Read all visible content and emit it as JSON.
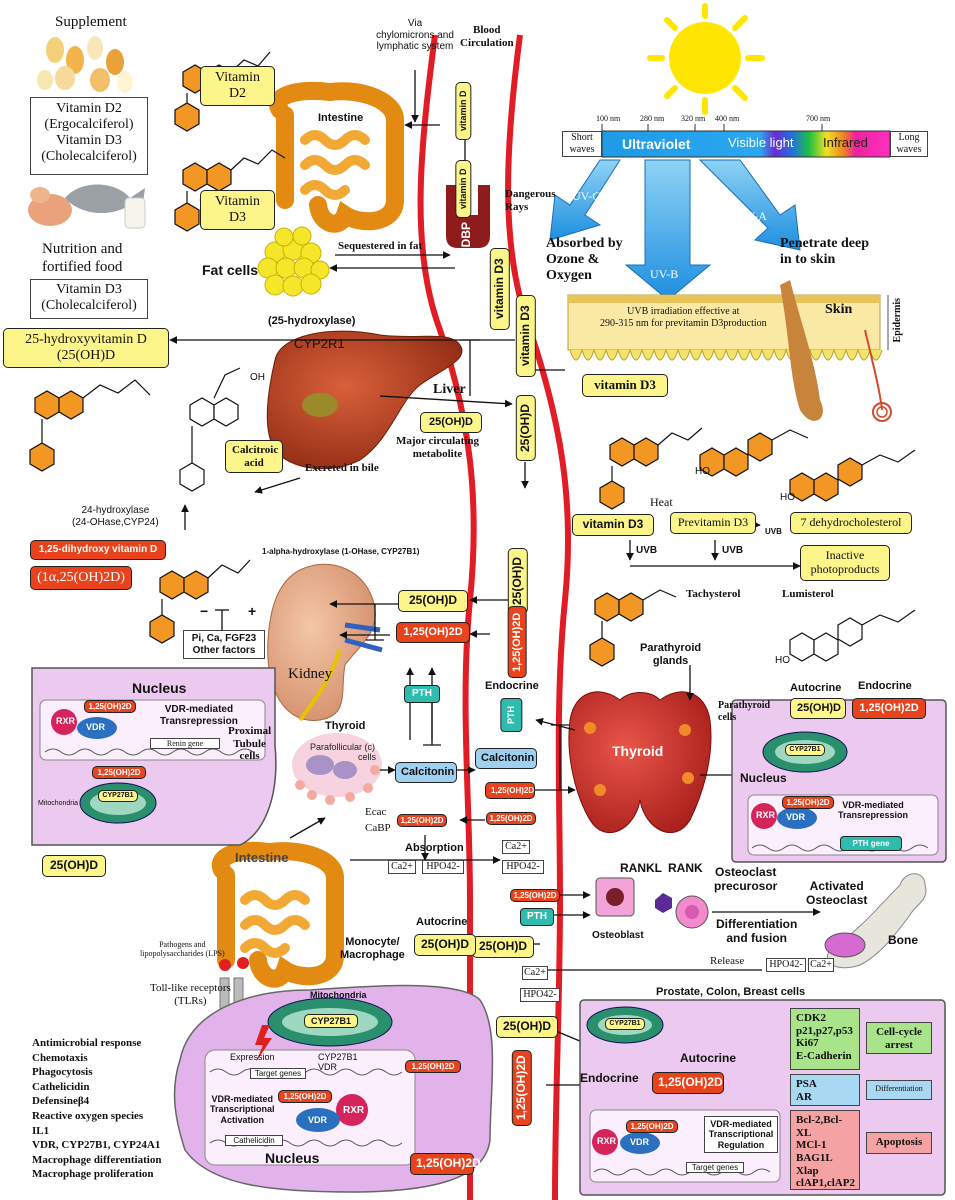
{
  "left_top": {
    "supplement": "Supplement",
    "vit_d2_name": "Vitamin D2",
    "vit_d2_sub": "(Ergocalciferol)",
    "vit_d3_name": "Vitamin D3",
    "vit_d3_sub": "(Cholecalciferol)",
    "nutrition_1": "Nutrition and",
    "nutrition_2": "fortified food",
    "nutrition_box_1": "Vitamin D3",
    "nutrition_box_2": "(Cholecalciferol)",
    "vitamin_d2_label": "Vitamin D2",
    "vitamin_d3_label": "Vitamin D3",
    "fat_cells": "Fat cells",
    "sequestered": "Sequestered in fat",
    "via_1": "Via",
    "via_2": "chylomicrons and",
    "via_3": "lymphatic system",
    "intestine_top": "Intestine",
    "blood_1": "Blood",
    "blood_2": "Circulation",
    "vitamin_d_box1": "vitamin D",
    "vitamin_d_box2": "vitamin D",
    "dbp": "DBP",
    "vitamin_d3_vert1": "vitamin D3",
    "vitamin_d3_vert2": "vitamin D3"
  },
  "liver": {
    "hydroxylase": "(25-hydroxylase)",
    "cyp2r1": "CYP2R1",
    "box_line1": "25-hydroxyvitamin D",
    "box_line2": "(25(OH)D",
    "liver_label": "Liver",
    "ohd": "25(OH)D",
    "major_1": "Major circulating",
    "major_2": "metabolite",
    "excreted": "Excreted in bile",
    "calcitroic_1": "Calcitroic",
    "calcitroic_2": "acid",
    "oh_mark": "OH",
    "ohd_vert": "25(OH)D"
  },
  "uv": {
    "nm_100": "100 nm",
    "nm_280": "280 nm",
    "nm_320": "320 nm",
    "nm_400": "400 nm",
    "nm_700": "700 nm",
    "short_1": "Short",
    "short_2": "waves",
    "ultraviolet": "Ultraviolet",
    "visible": "Visible light",
    "infrared": "Infrared",
    "long_1": "Long",
    "long_2": "waves",
    "uvc": "UV-C",
    "uvb": "UV-B",
    "uva": "UV-A",
    "dangerous_1": "Dangerous",
    "dangerous_2": "Rays",
    "absorbed_1": "Absorbed by",
    "absorbed_2": "Ozone &",
    "absorbed_3": "Oxygen",
    "penetrate_1": "Penetrate deep",
    "penetrate_2": "in to skin",
    "uvb_irr_1": "UVB irradiation effective at",
    "uvb_irr_2": "290-315 nm for previtamin D3production",
    "skin": "Skin",
    "epidermis": "Epidermis",
    "vitamin_d3_skin": "vitamin D3"
  },
  "skin_path": {
    "heat": "Heat",
    "vitamin_d3": "vitamin D3",
    "previtamin": "Previtamin D3",
    "dehydro": "7 dehydrocholesterol",
    "uvb_small": "UVB",
    "uvb_1": "UVB",
    "uvb_2": "UVB",
    "inactive_1": "Inactive",
    "inactive_2": "photoproducts",
    "tachysterol": "Tachysterol",
    "lumisterol": "Lumisterol",
    "ho1": "HO",
    "ho2": "HO",
    "ho3": "HO"
  },
  "kidney": {
    "hydroxylase24_1": "24-hydroxylase",
    "hydroxylase24_2": "(24-OHase,CYP24)",
    "dihydroxy_label": "1,25-dihydroxy vitamin D",
    "dihydroxy_formula": "(1α,25(OH)2D)",
    "alpha_hydroxylase": "1-alpha-hydroxylase (1-OHase, CYP27B1)",
    "minus": "−",
    "plus": "+",
    "factors_1": "Pi, Ca, FGF23",
    "factors_2": "Other factors",
    "kidney_label": "Kidney",
    "ohd_box": "25(OH)D",
    "dihyd_box": "1,25(OH)2D",
    "ohd_vert": "25(OH)D",
    "dihyd_vert": "1,25(OH)2D",
    "proximal_1": "Proximal",
    "proximal_2": "Tubule",
    "proximal_3": "cells",
    "pth": "PTH",
    "endocrine": "Endocrine",
    "thyroid_small": "Thyroid",
    "parafollicular_1": "Parafollicular (c)",
    "parafollicular_2": "cells",
    "calcitonin_1": "Calcitonin",
    "calcitonin_2": "Calcitonin",
    "dihyd_small": "1,25(OH)2D",
    "pth_vert": "PTH"
  },
  "left_cell": {
    "nucleus": "Nucleus",
    "rxr": "RXR",
    "vdr": "VDR",
    "dihyd": "1,25(OH)2D",
    "vdr_med_1": "VDR-mediated",
    "vdr_med_2": "Transrepression",
    "renin": "Renin gene",
    "dihyd2": "1,25(OH)2D",
    "mitochondria": "Mitochondria",
    "cyp27b1": "CYP27B1",
    "ohd": "25(OH)D"
  },
  "parathyroid": {
    "glands_1": "Parathyroid",
    "glands_2": "glands",
    "thyroid": "Thyroid",
    "cells_1": "Parathyroid",
    "cells_2": "cells",
    "autocrine": "Autocrine",
    "endocrine": "Endocrine",
    "ohd": "25(OH)D",
    "dihyd": "1,25(OH)2D",
    "cyp27b1": "CYP27B1",
    "nucleus": "Nucleus",
    "rxr": "RXR",
    "vdr": "VDR",
    "dihyd2": "1,25(OH)2D",
    "vdr_med_1": "VDR-mediated",
    "vdr_med_2": "Transrepression",
    "pth_gene": "PTH gene"
  },
  "absorption": {
    "ecac": "Ecac",
    "cabp": "CaBP",
    "dihyd_1": "1,25(OH)2D",
    "dihyd_2": "1,25(OH)2D",
    "absorption": "Absorption",
    "ca": "Ca2+",
    "hpo4": "HPO42-",
    "ca_2": "Ca2+",
    "hpo4_2": "HPO42-",
    "intestine": "Intestine",
    "ohd_left": "25(OH)D"
  },
  "bone": {
    "rankl": "RANKL",
    "rank": "RANK",
    "osteoclast_1": "Osteoclast",
    "osteoclast_2": "precurosor",
    "activated_1": "Activated",
    "activated_2": "Osteoclast",
    "osteoblast": "Osteoblast",
    "differentiation_1": "Differentiation",
    "differentiation_2": "and fusion",
    "bone": "Bone",
    "dihyd": "1,25(OH)2D",
    "pth": "PTH",
    "ohd": "25(OH)D",
    "release": "Release",
    "hpo4": "HPO42-",
    "ca": "Ca2+",
    "ca_2": "Ca2+",
    "hpo4_2": "HPO42-"
  },
  "macrophage": {
    "monocyte_1": "Monocyte/",
    "monocyte_2": "Macrophage",
    "autocrine": "Autocrine",
    "ohd": "25(OH)D",
    "pathogens_1": "Pathogens and",
    "pathogens_2": "lipopolysaccharides (LPS)",
    "tlr_1": "Toll-like receptors",
    "tlr_2": "(TLRs)",
    "mitochondria": "Mitochondria",
    "cyp27b1": "CYP27B1",
    "expression": "Expression",
    "cyp_vdr_1": "CYP27B1",
    "cyp_vdr_2": "VDR",
    "target_genes": "Target genes",
    "dihyd": "1,25(OH)2D",
    "dihyd_cell": "1,25(OH)2D",
    "vdr": "VDR",
    "rxr": "RXR",
    "vdr_med_1": "VDR-mediated",
    "vdr_med_2": "Transcriptional",
    "vdr_med_3": "Activation",
    "cathelicidin": "Cathelicidin",
    "nucleus": "Nucleus",
    "dihyd_bottom": "1,25(OH)2D",
    "functions": [
      "Antimicrobial response",
      "Chemotaxis",
      "Phagocytosis",
      "Cathelicidin",
      "Defensineβ4",
      "Reactive oxygen species",
      "IL1",
      "VDR, CYP27B1, CYP24A1",
      "Macrophage differentiation",
      "Macrophage proliferation"
    ]
  },
  "prostate": {
    "title": "Prostate, Colon, Breast cells",
    "ohd": "25(OH)D",
    "cyp27b1": "CYP27B1",
    "autocrine": "Autocrine",
    "endocrine": "Endocrine",
    "dihyd": "1,25(OH)2D",
    "dihyd_vert": "1,25(OH)2D",
    "rxr": "RXR",
    "vdr": "VDR",
    "dihyd_small": "1,25(OH)2D",
    "vdr_med_1": "VDR-mediated",
    "vdr_med_2": "Transcriptional",
    "vdr_med_3": "Regulation",
    "target_genes": "Target genes",
    "cell_cycle_genes": [
      "CDK2",
      "p21,p27,p53",
      "Ki67",
      "E-Cadherin"
    ],
    "cell_cycle_1": "Cell-cycle",
    "cell_cycle_2": "arrest",
    "diff_genes": [
      "PSA",
      "AR"
    ],
    "differentiation": "Differentiation",
    "apoptosis_genes": [
      "Bcl-2,Bcl-XL",
      "MCl-1",
      "BAG1L",
      "Xlap",
      "clAP1,clAP2"
    ],
    "apoptosis": "Apoptosis"
  }
}
